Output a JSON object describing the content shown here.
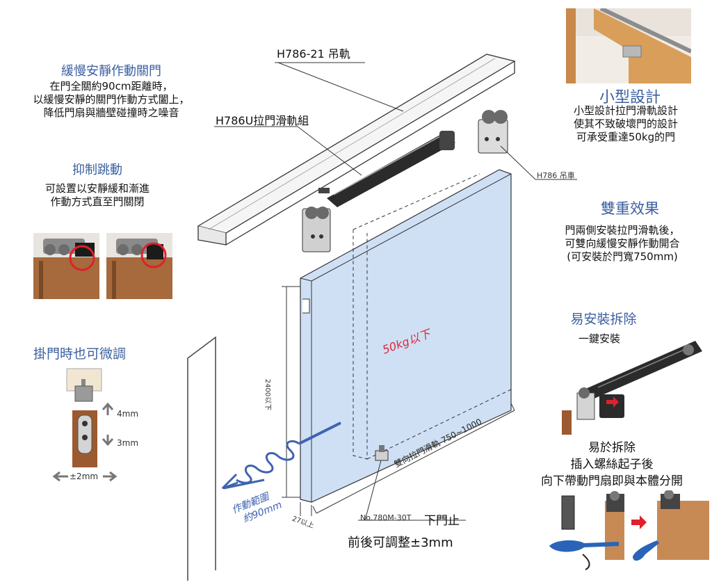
{
  "callouts": {
    "rail": "H786-21 吊軌",
    "slider_set": "H786U拉門滑軌組",
    "hanger": "H786 吊車",
    "stop": "No.780M-30T",
    "stop_label": "下門止",
    "adjust": "前後可調整±3mm",
    "load": "50kg以下",
    "height": "2400以下",
    "track_width": "雙向拉門滑軌 750~1000",
    "range_line1": "作動範圍",
    "range_line2": "約90mm",
    "thickness": "27以上"
  },
  "features": {
    "soft_close": {
      "title": "緩慢安靜作動關門",
      "lines": [
        "在門全關約90cm距離時，",
        "以緩慢安靜的關門作動方式闔上，",
        "降低門扇與牆壁碰撞時之噪音"
      ]
    },
    "anti_bounce": {
      "title": "抑制跳動",
      "lines": [
        "可設置以安靜緩和漸進",
        "作動方式直至門關閉"
      ]
    },
    "adjust": {
      "title": "掛門時也可微調",
      "up": "4mm",
      "down": "3mm",
      "side": "±2mm"
    },
    "compact": {
      "title": "小型設計",
      "lines": [
        "小型設計拉門滑軌設計",
        "使其不致破壞門的設計",
        "可承受重達50kg的門"
      ]
    },
    "double": {
      "title": "雙重效果",
      "lines": [
        "門兩側安裝拉門滑軌後，",
        "可雙向緩慢安靜作動開合",
        "(可安裝於門寬750mm)"
      ]
    },
    "easy": {
      "title": "易安裝拆除",
      "subtitle": "一鍵安裝",
      "lines": [
        "易於拆除",
        "插入螺絲起子後",
        "向下帶動門扇即與本體分開"
      ]
    }
  },
  "colors": {
    "title_blue": "#3b5fa0",
    "door_fill": "#cfe0f5",
    "load_red": "#d8283a",
    "wave_blue": "#3f63b0",
    "wood": "#a66a3c"
  }
}
